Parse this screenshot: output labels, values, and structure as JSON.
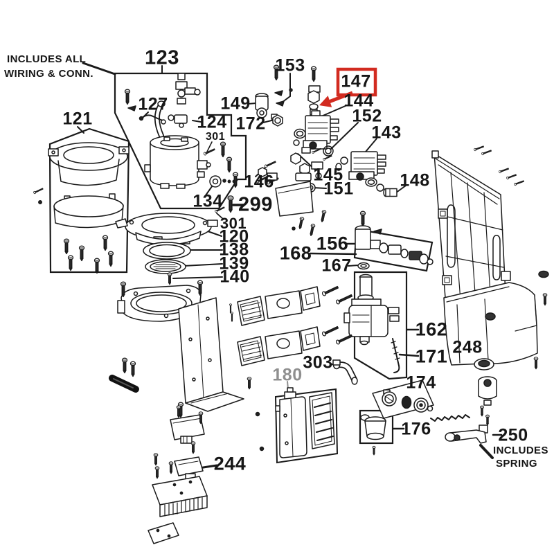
{
  "diagram": {
    "type": "exploded-parts-diagram",
    "highlighted_part": "147",
    "colors": {
      "line": "#1a1a1a",
      "highlight": "#d22b20",
      "muted_label": "#8f8f8f",
      "background": "#ffffff"
    }
  },
  "labels": [
    {
      "part": "123",
      "text": "123"
    },
    {
      "part": "121",
      "text": "121"
    },
    {
      "part": "127",
      "text": "127"
    },
    {
      "part": "124",
      "text": "124"
    },
    {
      "part": "301a",
      "text": "301"
    },
    {
      "part": "149",
      "text": "149"
    },
    {
      "part": "172",
      "text": "172"
    },
    {
      "part": "153",
      "text": "153"
    },
    {
      "part": "147",
      "text": "147"
    },
    {
      "part": "144",
      "text": "144"
    },
    {
      "part": "152",
      "text": "152"
    },
    {
      "part": "143",
      "text": "143"
    },
    {
      "part": "145",
      "text": "145"
    },
    {
      "part": "151",
      "text": "151"
    },
    {
      "part": "148",
      "text": "148"
    },
    {
      "part": "146",
      "text": "146"
    },
    {
      "part": "134",
      "text": "134"
    },
    {
      "part": "299",
      "text": "299"
    },
    {
      "part": "301b",
      "text": "301"
    },
    {
      "part": "120",
      "text": "120"
    },
    {
      "part": "138",
      "text": "138"
    },
    {
      "part": "139",
      "text": "139"
    },
    {
      "part": "140",
      "text": "140"
    },
    {
      "part": "156",
      "text": "156"
    },
    {
      "part": "168",
      "text": "168"
    },
    {
      "part": "167",
      "text": "167"
    },
    {
      "part": "162",
      "text": "162"
    },
    {
      "part": "171",
      "text": "171"
    },
    {
      "part": "248",
      "text": "248"
    },
    {
      "part": "174",
      "text": "174"
    },
    {
      "part": "303",
      "text": "303"
    },
    {
      "part": "180",
      "text": "180"
    },
    {
      "part": "176",
      "text": "176"
    },
    {
      "part": "244",
      "text": "244"
    },
    {
      "part": "250",
      "text": "250"
    }
  ],
  "notes": {
    "wiring_line1": "INCLUDES ALL",
    "wiring_line2": "WIRING  & CONN.",
    "spring_line1": "INCLUDES",
    "spring_line2": "SPRING"
  }
}
